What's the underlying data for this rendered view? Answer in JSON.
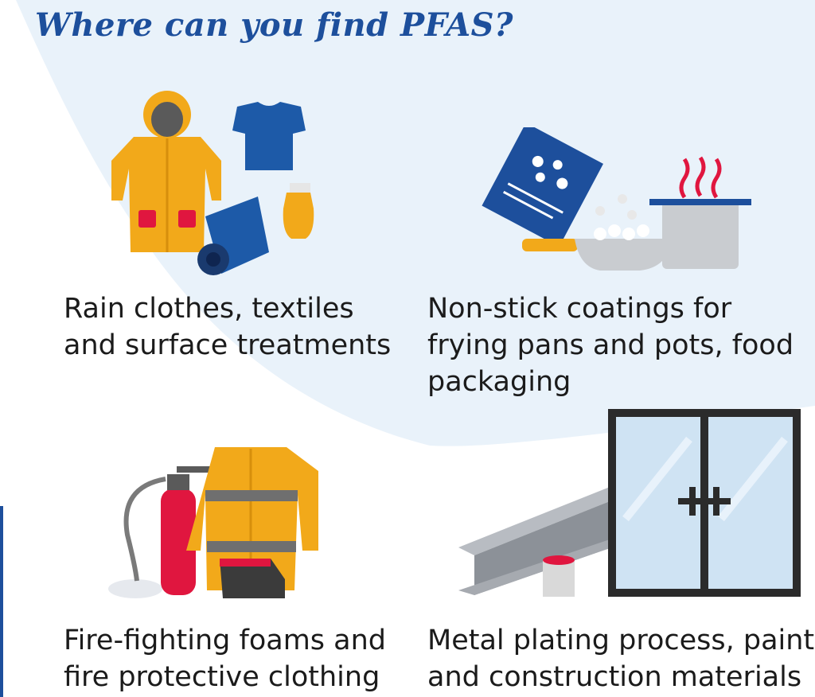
{
  "title": "Where can you find PFAS?",
  "colors": {
    "title_blue": "#1d4f9c",
    "background_wash": "#e9f2fa",
    "yellow": "#f2a91a",
    "red": "#e0163f",
    "navy": "#1a3a6e",
    "grey": "#c9ccd0",
    "dark": "#2b2b2b"
  },
  "items": [
    {
      "icon": "rain-clothes-textiles-icon",
      "caption_lines": [
        "Rain clothes, textiles",
        "and surface treatments"
      ]
    },
    {
      "icon": "nonstick-cookware-packaging-icon",
      "caption_lines": [
        "Non-stick coatings for",
        "frying pans and pots, food",
        "packaging"
      ]
    },
    {
      "icon": "fire-extinguisher-protective-gear-icon",
      "caption_lines": [
        "Fire-fighting foams and",
        "fire protective clothing"
      ]
    },
    {
      "icon": "construction-materials-icon",
      "caption_lines": [
        "Metal plating process, paints",
        "and construction materials"
      ]
    }
  ]
}
